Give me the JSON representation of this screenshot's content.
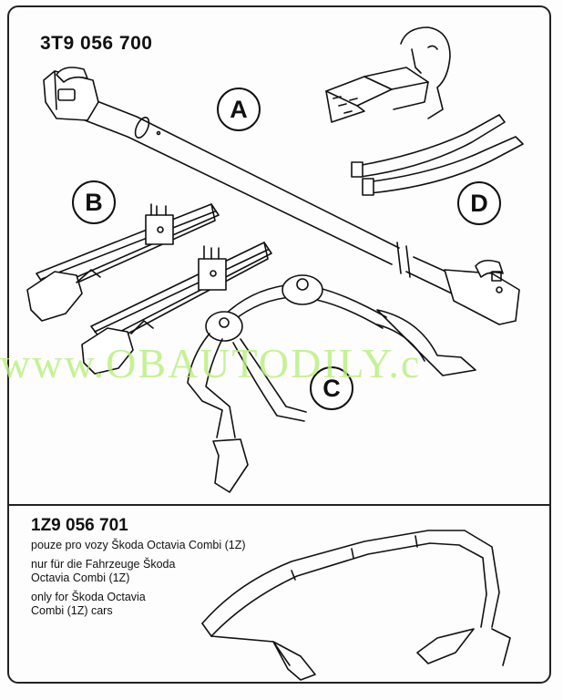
{
  "header": {
    "part_code": "3T9 056 700"
  },
  "labels": {
    "a": "A",
    "b": "B",
    "c": "C",
    "d": "D"
  },
  "footer": {
    "part_code": "1Z9 056 701",
    "lines": [
      "pouze pro vozy Škoda Octavia Combi (1Z)",
      "nur für die Fahrzeuge Škoda",
      "Octavia Combi (1Z)",
      "only for Škoda Octavia",
      "Combi (1Z) cars"
    ]
  },
  "watermark": {
    "text": "www.OBAUTODILY.c",
    "color": "#b8f07a"
  }
}
